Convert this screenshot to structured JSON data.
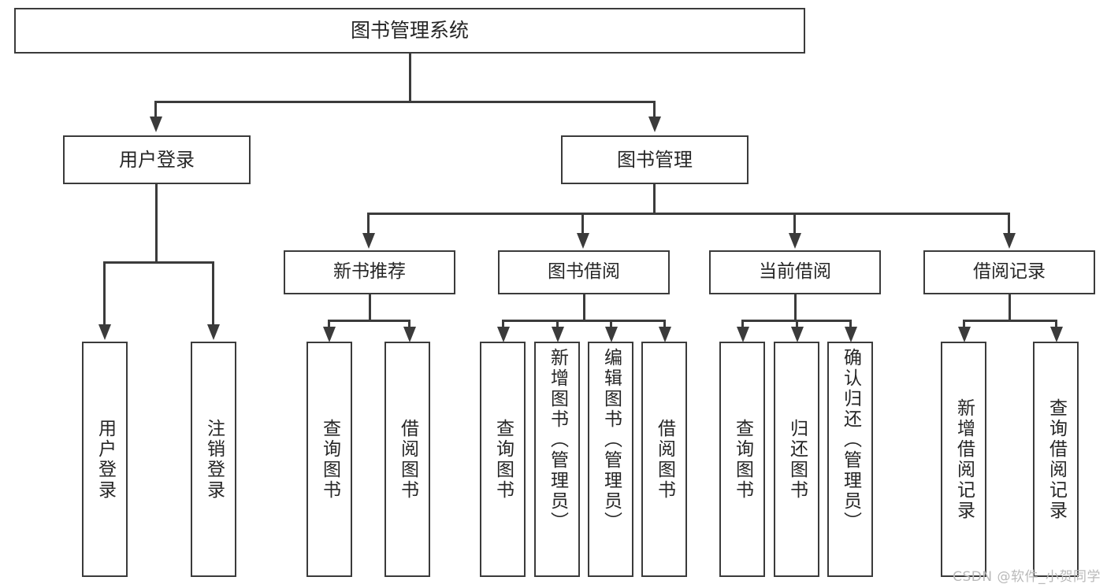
{
  "diagram": {
    "title": "图书管理系统",
    "root": {
      "label": "图书管理系统"
    },
    "level2": [
      {
        "label": "用户登录"
      },
      {
        "label": "图书管理"
      }
    ],
    "level3": [
      {
        "label": "新书推荐"
      },
      {
        "label": "图书借阅"
      },
      {
        "label": "当前借阅"
      },
      {
        "label": "借阅记录"
      }
    ],
    "leaves": {
      "user_login": [
        {
          "label": "用户登录"
        },
        {
          "label": "注销登录"
        }
      ],
      "new_book_recommend": [
        {
          "label": "查询图书"
        },
        {
          "label": "借阅图书"
        }
      ],
      "book_borrow": [
        {
          "label": "查询图书"
        },
        {
          "label": "新增图书（管理员）"
        },
        {
          "label": "编辑图书（管理员）"
        },
        {
          "label": "借阅图书"
        }
      ],
      "current_borrow": [
        {
          "label": "查询图书"
        },
        {
          "label": "归还图书"
        },
        {
          "label": "确认归还（管理员）"
        }
      ],
      "borrow_record": [
        {
          "label": "新增借阅记录"
        },
        {
          "label": "查询借阅记录"
        }
      ]
    },
    "watermark": "CSDN @软件_小贺同学",
    "colors": {
      "stroke": "#3b3b3b",
      "text": "#262626",
      "background": "#ffffff",
      "watermark": "#b9b9b9"
    }
  }
}
